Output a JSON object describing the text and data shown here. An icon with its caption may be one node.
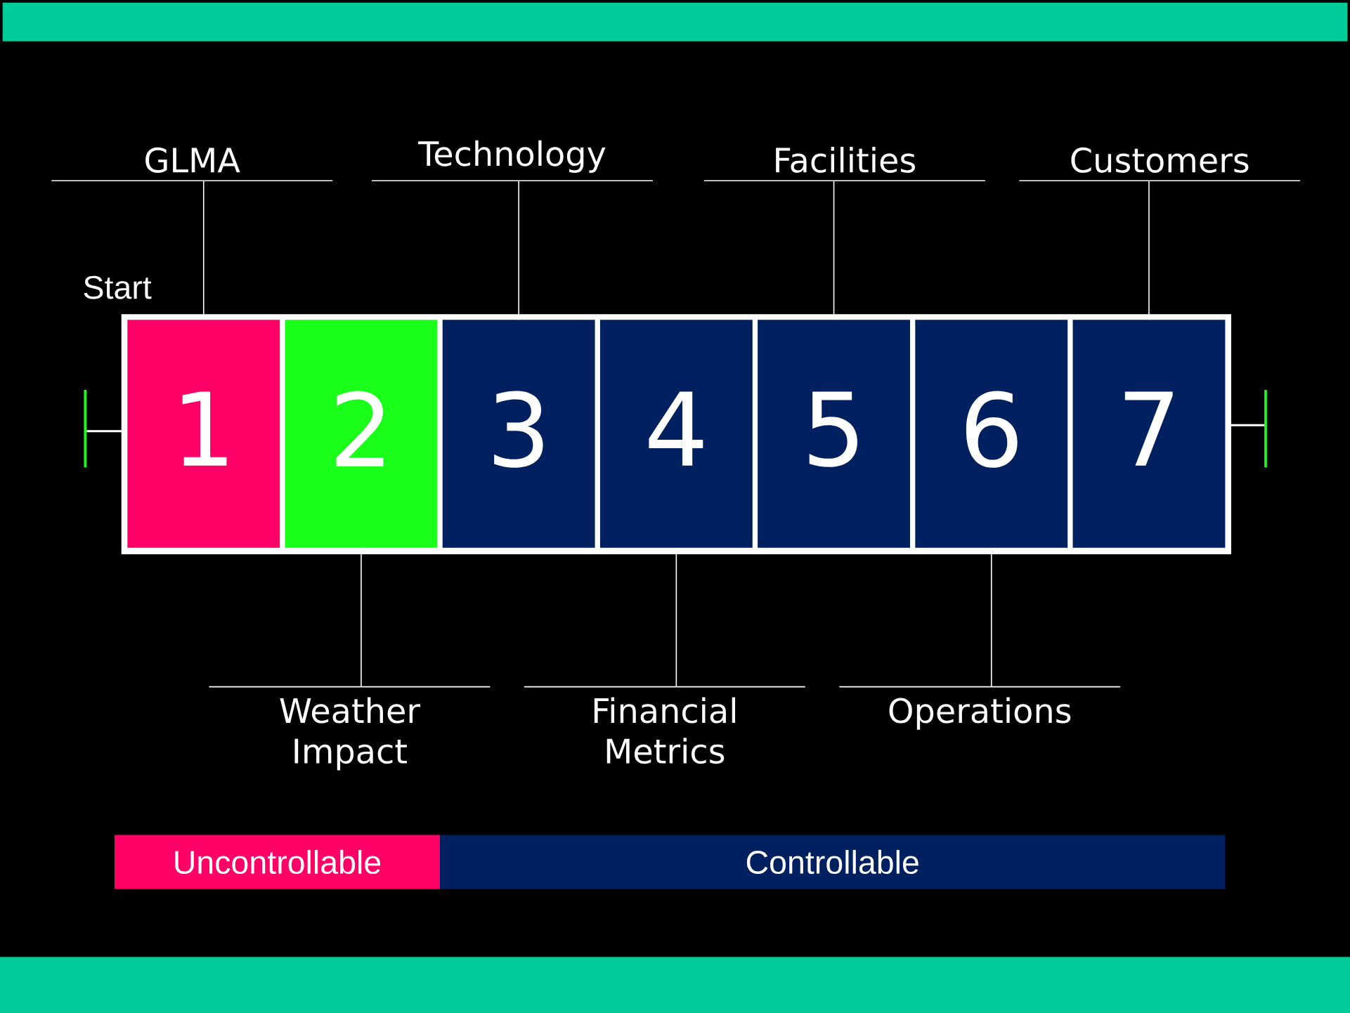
{
  "diagram": {
    "nodes": [
      {
        "text": [],
        "shape": "box"
      },
      {
        "text": [
          "1"
        ],
        "in": 0
      },
      {
        "text": [
          "2"
        ],
        "in": 0
      },
      {
        "text": [
          "3"
        ],
        "in": 0
      },
      {
        "text": [
          "4"
        ],
        "in": 0
      },
      {
        "text": [
          "5"
        ],
        "in": 0
      },
      {
        "text": [
          "6"
        ],
        "in": 0
      },
      {
        "text": [
          "7"
        ],
        "in": 0
      },
      {
        "text": [
          "GLMA"
        ]
      },
      {
        "text": [
          "Technology"
        ]
      },
      {
        "text": [
          "Facilities"
        ]
      },
      {
        "text": [
          "Customers"
        ]
      },
      {
        "text": [
          "Weather Impact"
        ]
      },
      {
        "text": [
          "Financial Metrics"
        ]
      },
      {
        "text": [
          "Operations"
        ]
      },
      {
        "text": [
          "Uncontrollable"
        ]
      },
      {
        "text": [
          "Controllable"
        ]
      }
    ],
    "edges": [
      {
        "from": 8,
        "to": 1,
        "arrow": "none"
      },
      {
        "from": 9,
        "to": 3,
        "arrow": "none"
      },
      {
        "from": 10,
        "to": 5,
        "arrow": "none"
      },
      {
        "from": 11,
        "to": 7,
        "arrow": "none"
      },
      {
        "from": 12,
        "to": 2,
        "arrow": "none"
      },
      {
        "from": 13,
        "to": 4,
        "arrow": "none"
      },
      {
        "from": 14,
        "to": 6,
        "arrow": "none"
      }
    ],
    "labels": [
      "Start"
    ]
  }
}
